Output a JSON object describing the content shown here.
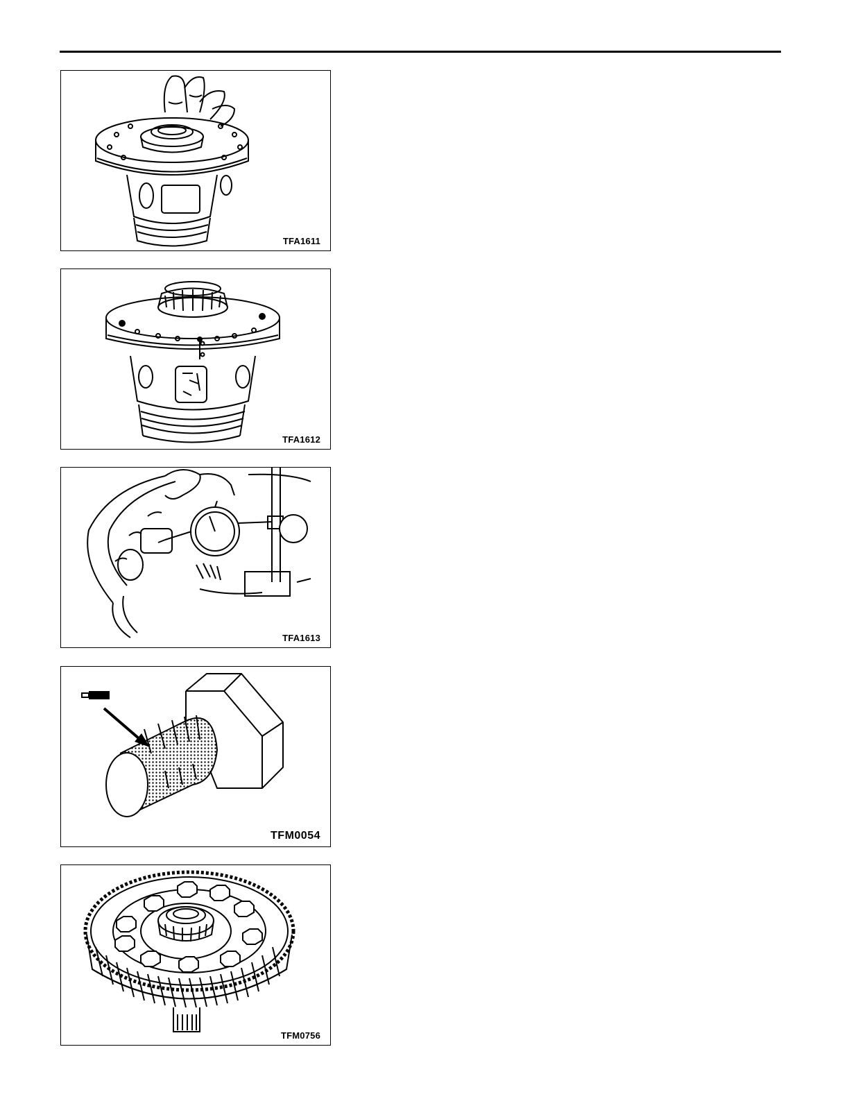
{
  "page": {
    "figures": [
      {
        "code": "TFA1611",
        "subject": "differential case with bearing being installed by hand"
      },
      {
        "code": "TFA1612",
        "subject": "differential case with alignment marks"
      },
      {
        "code": "TFA1613",
        "subject": "dial indicator measuring backlash"
      },
      {
        "code": "TFM0054",
        "subject": "bolt with sealant applied to threads"
      },
      {
        "code": "TFM0756",
        "subject": "final drive gear with bolts installed"
      }
    ]
  }
}
